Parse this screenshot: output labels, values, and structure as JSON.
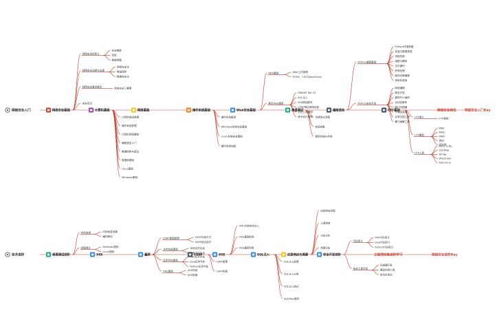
{
  "rows": [
    {
      "root": "网络安全入门",
      "root_icon": "gear-icon",
      "nodes": [
        {
          "label": "网络安全基础",
          "icon": "network-icon",
          "children": [
            {
              "label": "网络安全的意义",
              "children": [
                "安全威胁",
                "风险",
                "数据泄露"
              ]
            },
            {
              "label": "网络安全法律与法规",
              "children": [
                "网络安全法",
                "等级保护",
                "数据安全法"
              ]
            },
            {
              "label": "网络安全基本概念",
              "children": [
                "信息安全三要素"
              ]
            },
            {
              "label": "安全意识"
            }
          ]
        },
        {
          "label": "计算机基础",
          "icon": "computer-icon",
          "children": [
            {
              "label": "计算机组成原理"
            },
            {
              "label": "操作系统原理"
            },
            {
              "label": "计算机网络基础"
            },
            {
              "label": "编程语言入门"
            },
            {
              "label": "数据结构与算法"
            },
            {
              "label": "数据库基础"
            },
            {
              "label": "Linux基础"
            },
            {
              "label": "Windows基础"
            }
          ]
        },
        {
          "label": "网络基础",
          "icon": "globe-icon"
        },
        {
          "label": "操作系统基础",
          "icon": "os-icon",
          "children": [
            {
              "label": "操作系统概述"
            },
            {
              "label": "Windows系统安全基础"
            },
            {
              "label": "Linux系统安全基础"
            },
            {
              "label": "操作系统加固"
            }
          ]
        },
        {
          "label": "Web安全基础",
          "icon": "web-icon",
          "children": [
            {
              "label": "Web基础",
              "children": [
                "Web工作原理",
                "HTML、CSS与JavaScript"
              ]
            },
            {
              "label": "常见Web漏洞",
              "children": [
                "OWASP Top 10",
                "SQL注入",
                "XSS跨站脚本",
                "CSRF跨站请求伪造",
                "文件上传漏洞",
                "命令执行漏洞"
              ]
            }
          ]
        },
        {
          "label": "渗透测试",
          "icon": "target-icon",
          "children": [
            {
              "label": "渗透测试流程"
            },
            {
              "label": "信息收集"
            },
            {
              "label": "漏洞扫描与利用"
            }
          ]
        },
        {
          "label": "编程语言",
          "icon": "code-icon",
          "children": [
            {
              "label": "Python编程基础",
              "children": [
                "Python环境搭建",
                "变量与数据类型",
                "流程控制",
                "函数与模块",
                "文件操作",
                "异常处理",
                "面向对象编程",
                "常用标准库"
              ]
            },
            {
              "label": "Python安全开发",
              "children": [
                "网络编程",
                "爬虫开发",
                "漏洞POC编写",
                "自动化脚本",
                "端口扫描器",
                "子域名收集",
                "目录扫描工具",
                "暴力破解工具"
              ]
            }
          ]
        },
        {
          "label": "CTF基础",
          "icon": "flag-icon",
          "children": [
            {
              "label": "CTF简介",
              "children": [
                "CTF赛制"
              ]
            },
            {
              "label": "CTF题型",
              "children": [
                "Web",
                "MISC",
                "PWN",
                "逆向",
                "密码学"
              ]
            },
            {
              "label": "CTF工具",
              "children": [
                "Burp Suite",
                "SQLMap",
                "Nmap",
                "Wireshark",
                "Kali Linux"
              ]
            }
          ]
        },
        {
          "label": "网络安全岗位"
        },
        {
          "label": "网络安全入门Day"
        }
      ]
    },
    {
      "root": "技术进阶",
      "root_icon": "gear-icon",
      "nodes": [
        {
          "label": "渗透测试进阶",
          "icon": "pencil-icon",
          "children": [
            {
              "label": "内网渗透",
              "children": [
                "内网信息收集",
                "横向移动"
              ]
            },
            {
              "label": "权限提升",
              "children": [
                "Windows提权",
                "Linux提权"
              ]
            }
          ]
        },
        {
          "label": "XSS",
          "icon": "xss-icon"
        },
        {
          "label": "漏洞",
          "icon": "bug-icon",
          "children": [
            {
              "label": "SSRF漏洞原理",
              "children": [
                "SSRF利用方式",
                "SSRF绕过技巧"
              ]
            },
            {
              "label": "文件包含漏洞",
              "children": [
                "本地文件包含",
                "远程文件包含"
              ]
            },
            {
              "label": "反序列化漏洞",
              "children": [
                "PHP反序列化",
                "Java反序列化",
                "Python反序列化"
              ]
            },
            {
              "label": "XXE漏洞",
              "children": [
                "XXE利用",
                "XXE防御"
              ]
            }
          ]
        },
        {
          "label": "CSRF",
          "icon": "csrf-icon",
          "children": [
            {
              "label": "CSRF原理"
            },
            {
              "label": "CSRF防御"
            }
          ]
        },
        {
          "label": "XXE",
          "icon": "xxe-icon",
          "children": [
            {
              "label": "XML外部实体注入"
            },
            {
              "label": "XXE漏洞检测"
            },
            {
              "label": "XXE漏洞利用"
            }
          ]
        },
        {
          "label": "SQL注入",
          "icon": "sql-icon",
          "children": [
            {
              "label": "SQL注入原理"
            },
            {
              "label": "SQL注入分类"
            },
            {
              "label": "SQL注入绕过"
            },
            {
              "label": "SQLMap使用"
            }
          ]
        },
        {
          "label": "应急响应与溯源",
          "icon": "alert-icon",
          "children": [
            {
              "label": "应急响应流程"
            },
            {
              "label": "入侵排查"
            },
            {
              "label": "日志分析"
            },
            {
              "label": "溯源分析"
            }
          ]
        },
        {
          "label": "安全开发进阶",
          "icon": "dev-icon",
          "children": [
            {
              "label": "代码审计",
              "children": [
                "PHP代码审计",
                "Java代码审计",
                "Python代码审计"
              ]
            },
            {
              "label": "安全工具开发",
              "children": [
                "扫描器开发",
                "漏洞利用工具",
                "自动化测试"
              ]
            }
          ]
        },
        {
          "label": "工程师技能进阶学习"
        },
        {
          "label": "网络安全进阶Day"
        }
      ]
    }
  ]
}
